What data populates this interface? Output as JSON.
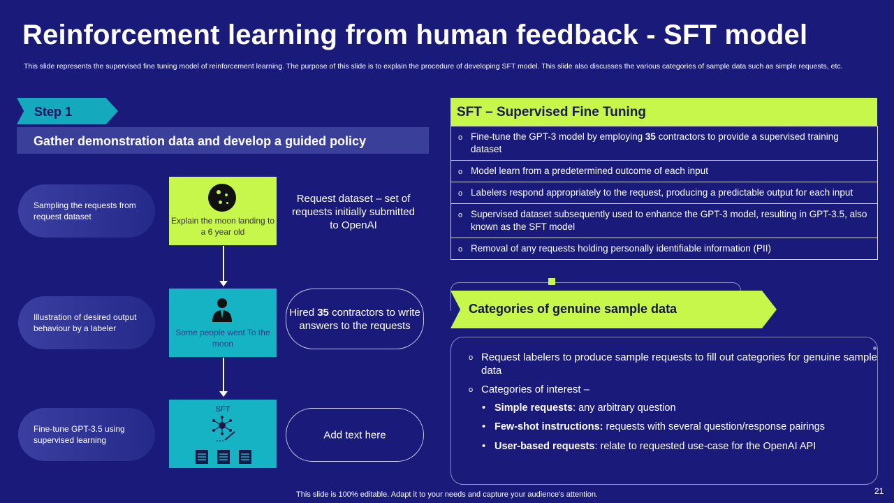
{
  "title": "Reinforcement learning from human feedback - SFT model",
  "subtitle": "This slide represents the supervised fine tuning model of reinforcement learning. The purpose of this slide is to explain the procedure of developing SFT model. This slide also discusses the various categories of sample data such as simple requests, etc.",
  "step": {
    "label": "Step 1",
    "heading": "Gather demonstration data and develop a guided policy"
  },
  "pills": [
    "Sampling the requests from request dataset",
    "Illustration of desired output behaviour  by a labeler",
    "Fine-tune  GPT-3.5 using supervised  learning"
  ],
  "boxes": {
    "box1_caption": "Explain the moon landing to a 6 year old",
    "box2_caption": "Some people went To the moon",
    "box3_label": "SFT"
  },
  "request_text": "Request dataset – set of requests initially submitted to OpenAI",
  "hire": {
    "prefix": "Hired ",
    "count": "35",
    "suffix": " contractors to write answers to the requests"
  },
  "add_text": "Add text here",
  "sft": {
    "heading": "SFT – Supervised Fine Tuning",
    "bullet": "o",
    "row1_prefix": "Fine-tune the GPT-3 model by employing ",
    "row1_bold": "35",
    "row1_suffix": " contractors to provide a supervised training dataset",
    "row2": "Model learn from a predetermined outcome of each input",
    "row3": "Labelers respond appropriately to the request, producing a predictable output for each input",
    "row4": "Supervised dataset subsequently used to enhance the GPT-3 model, resulting in GPT-3.5, also known as the SFT model",
    "row5": "Removal of any requests holding personally identifiable information (PII)"
  },
  "categories": {
    "heading": "Categories of genuine sample data",
    "item1": "Request labelers to produce sample requests to fill out categories for genuine sample data",
    "item2": "Categories of interest –",
    "sub_bullet": "•",
    "sub1_bold": "Simple requests",
    "sub1_text": ": any arbitrary question",
    "sub2_bold": "Few-shot instructions:",
    "sub2_text": " requests with several question/response pairings",
    "sub3_bold": "User-based requests",
    "sub3_text": ": relate to requested use-case for the OpenAI API"
  },
  "footer": "This slide is 100% editable. Adapt it to your needs and capture your audience's attention.",
  "page_number": "21",
  "colors": {
    "background": "#1a1a7a",
    "accent_lime": "#c6f74a",
    "accent_teal": "#16b3c4"
  }
}
